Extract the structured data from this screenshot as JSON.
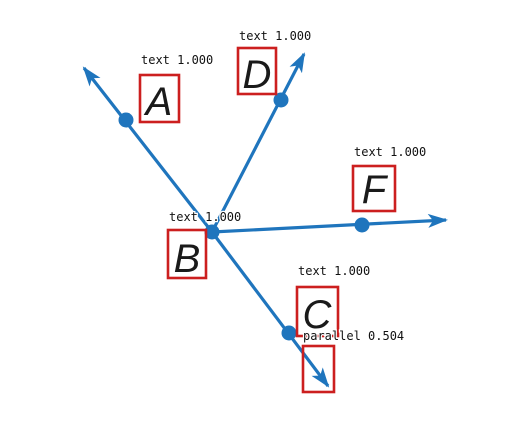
{
  "diagram": {
    "colors": {
      "ray": "#1f75bd",
      "box": "#cc1f1f",
      "text": "#1a1a1a"
    },
    "points": {
      "A": "A",
      "B": "B",
      "C": "C",
      "D": "D",
      "F": "F"
    },
    "detections": [
      {
        "id": "det-a",
        "label": "text 1.000"
      },
      {
        "id": "det-d",
        "label": "text 1.000"
      },
      {
        "id": "det-f",
        "label": "text 1.000"
      },
      {
        "id": "det-b",
        "label": "text 1.000"
      },
      {
        "id": "det-c",
        "label": "text 1.000"
      },
      {
        "id": "det-arrow",
        "label": "parallel 0.504"
      }
    ]
  }
}
